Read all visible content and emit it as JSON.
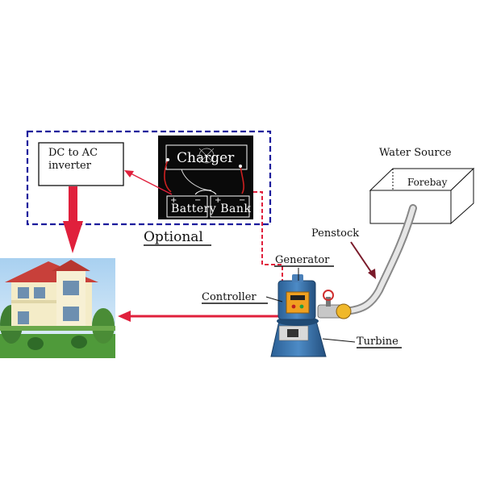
{
  "diagram": {
    "inverter_label_line1": "DC to AC",
    "inverter_label_line2": "inverter",
    "charger_label": "Charger",
    "battery_label": "Battery Bank",
    "optional_label": "Optional",
    "water_source_label": "Water Source",
    "forebay_label": "Forebay",
    "penstock_label": "Penstock",
    "generator_label": "Generator",
    "controller_label": "Controller",
    "turbine_label": "Turbine"
  },
  "colors": {
    "arrow_red": "#e0203c",
    "dash_blue": "#1a1a9c",
    "dash_red": "#e0203c",
    "panel_black": "#0a0a0a",
    "turbine_blue": "#2f6fa8",
    "generator_orange": "#f0a020",
    "house_wall": "#f4ecc8",
    "house_roof": "#c8403a"
  },
  "icons": [
    "house-illustration",
    "turbine-generator-photo",
    "charger-panel",
    "battery-bank"
  ]
}
